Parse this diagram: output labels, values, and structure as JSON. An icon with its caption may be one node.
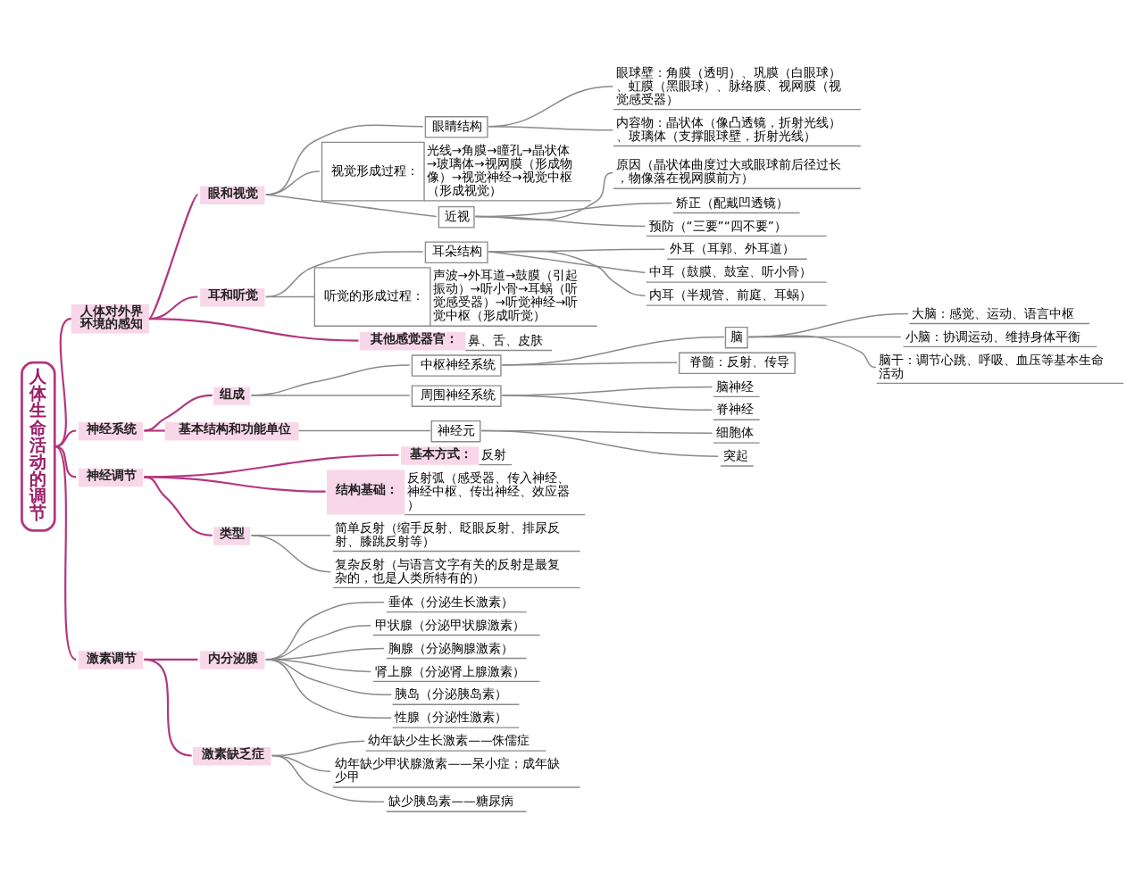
{
  "diagram": {
    "nodes": [
      {
        "text": [
          "人体生命活动的调节"
        ]
      },
      {
        "text": [
          "人体对外界环境的感知"
        ]
      },
      {
        "text": [
          "眼和视觉"
        ]
      },
      {
        "text": [
          "眼睛结构"
        ]
      },
      {
        "text": [
          "眼球壁：角膜（透明）、巩膜（白眼球）、虹膜（黑眼球）、脉络膜、视网膜（视觉感受器）"
        ]
      },
      {
        "text": [
          "内容物：晶状体（像凸透镜，折射光线）、玻璃体（支撑眼球壁，折射光线）"
        ]
      },
      {
        "text": [
          "视觉形成过程：",
          "光线→角膜→瞳孔→晶状体→玻璃体→视网膜（形成物像）→视觉神经→视觉中枢（形成视觉）"
        ]
      },
      {
        "text": [
          "近视"
        ]
      },
      {
        "text": [
          "原因（晶状体曲度过大或眼球前后径过长，物像落在视网膜前方）"
        ]
      },
      {
        "text": [
          "矫正（配戴凹透镜）"
        ]
      },
      {
        "text": [
          "预防（“三要”“四不要”）"
        ]
      },
      {
        "text": [
          "耳和听觉"
        ]
      },
      {
        "text": [
          "耳朵结构"
        ]
      },
      {
        "text": [
          "外耳（耳郭、外耳道）"
        ]
      },
      {
        "text": [
          "中耳（鼓膜、鼓室、听小骨）"
        ]
      },
      {
        "text": [
          "内耳（半规管、前庭、耳蜗）"
        ]
      },
      {
        "text": [
          "听觉的形成过程：",
          "声波→外耳道→鼓膜（引起振动）→听小骨→耳蜗（听觉感受器）→听觉神经→听觉中枢（形成听觉）"
        ]
      },
      {
        "text": [
          "其他感觉器官：",
          "鼻、舌、皮肤"
        ]
      },
      {
        "text": [
          "神经系统"
        ]
      },
      {
        "text": [
          "组成"
        ]
      },
      {
        "text": [
          "中枢神经系统"
        ]
      },
      {
        "text": [
          "脑"
        ]
      },
      {
        "text": [
          "大脑：感觉、运动、语言中枢"
        ]
      },
      {
        "text": [
          "小脑：协调运动、维持身体平衡"
        ]
      },
      {
        "text": [
          "脑干：调节心跳、呼吸、血压等基本生命活动"
        ]
      },
      {
        "text": [
          "脊髓：反射、传导"
        ]
      },
      {
        "text": [
          "周围神经系统"
        ]
      },
      {
        "text": [
          "脑神经"
        ]
      },
      {
        "text": [
          "脊神经"
        ]
      },
      {
        "text": [
          "基本结构和功能单位"
        ]
      },
      {
        "text": [
          "神经元"
        ]
      },
      {
        "text": [
          "细胞体"
        ]
      },
      {
        "text": [
          "突起"
        ]
      },
      {
        "text": [
          "神经调节"
        ]
      },
      {
        "text": [
          "基本方式：",
          "反射"
        ]
      },
      {
        "text": [
          "结构基础：",
          "反射弧（感受器、传入神经、神经中枢、传出神经、效应器）"
        ]
      },
      {
        "text": [
          "类型"
        ]
      },
      {
        "text": [
          "简单反射（缩手反射、眨眼反射、排尿反射、膝跳反射等）"
        ]
      },
      {
        "text": [
          "复杂反射（与语言文字有关的反射是最复杂的，也是人类所特有的）"
        ]
      },
      {
        "text": [
          "激素调节"
        ]
      },
      {
        "text": [
          "内分泌腺"
        ]
      },
      {
        "text": [
          "垂体（分泌生长激素）"
        ]
      },
      {
        "text": [
          "甲状腺（分泌甲状腺激素）"
        ]
      },
      {
        "text": [
          "胸腺（分泌胸腺激素）"
        ]
      },
      {
        "text": [
          "肾上腺（分泌肾上腺激素）"
        ]
      },
      {
        "text": [
          "胰岛（分泌胰岛素）"
        ]
      },
      {
        "text": [
          "性腺（分泌性激素）"
        ]
      },
      {
        "text": [
          "激素缺乏症"
        ]
      },
      {
        "text": [
          "幼年缺少生长激素——侏儒症"
        ]
      },
      {
        "text": [
          "幼年缺少甲状腺激素——呆小症；成年缺少甲"
        ]
      },
      {
        "text": [
          "缺少胰岛素——糖尿病"
        ]
      }
    ],
    "edges": [
      {
        "from": 0,
        "to": 1,
        "arrow": "none",
        "color": "#b4367f"
      },
      {
        "from": 1,
        "to": 2,
        "arrow": "none",
        "color": "#b4367f"
      },
      {
        "from": 2,
        "to": 3,
        "arrow": "none"
      },
      {
        "from": 3,
        "to": 4,
        "arrow": "none"
      },
      {
        "from": 3,
        "to": 5,
        "arrow": "none"
      },
      {
        "from": 2,
        "to": 6,
        "arrow": "none"
      },
      {
        "from": 2,
        "to": 7,
        "arrow": "none"
      },
      {
        "from": 7,
        "to": 8,
        "arrow": "none"
      },
      {
        "from": 7,
        "to": 9,
        "arrow": "none"
      },
      {
        "from": 7,
        "to": 10,
        "arrow": "none"
      },
      {
        "from": 1,
        "to": 11,
        "arrow": "none",
        "color": "#b4367f"
      },
      {
        "from": 11,
        "to": 12,
        "arrow": "none"
      },
      {
        "from": 12,
        "to": 13,
        "arrow": "none"
      },
      {
        "from": 12,
        "to": 14,
        "arrow": "none"
      },
      {
        "from": 12,
        "to": 15,
        "arrow": "none"
      },
      {
        "from": 11,
        "to": 16,
        "arrow": "none"
      },
      {
        "from": 1,
        "to": 17,
        "arrow": "none",
        "color": "#b4367f"
      },
      {
        "from": 0,
        "to": 18,
        "arrow": "none",
        "color": "#b4367f"
      },
      {
        "from": 18,
        "to": 19,
        "arrow": "none",
        "color": "#b4367f"
      },
      {
        "from": 19,
        "to": 20,
        "arrow": "none"
      },
      {
        "from": 20,
        "to": 21,
        "arrow": "none"
      },
      {
        "from": 21,
        "to": 22,
        "arrow": "none"
      },
      {
        "from": 21,
        "to": 23,
        "arrow": "none"
      },
      {
        "from": 21,
        "to": 24,
        "arrow": "none"
      },
      {
        "from": 20,
        "to": 25,
        "arrow": "none"
      },
      {
        "from": 19,
        "to": 26,
        "arrow": "none"
      },
      {
        "from": 26,
        "to": 27,
        "arrow": "none"
      },
      {
        "from": 26,
        "to": 28,
        "arrow": "none"
      },
      {
        "from": 18,
        "to": 29,
        "arrow": "none",
        "color": "#b4367f"
      },
      {
        "from": 29,
        "to": 30,
        "arrow": "none"
      },
      {
        "from": 30,
        "to": 31,
        "arrow": "none"
      },
      {
        "from": 30,
        "to": 32,
        "arrow": "none"
      },
      {
        "from": 0,
        "to": 33,
        "arrow": "none",
        "color": "#b4367f"
      },
      {
        "from": 33,
        "to": 34,
        "arrow": "none",
        "color": "#b4367f"
      },
      {
        "from": 33,
        "to": 35,
        "arrow": "none",
        "color": "#b4367f"
      },
      {
        "from": 33,
        "to": 36,
        "arrow": "none",
        "color": "#b4367f"
      },
      {
        "from": 36,
        "to": 37,
        "arrow": "none"
      },
      {
        "from": 36,
        "to": 38,
        "arrow": "none"
      },
      {
        "from": 0,
        "to": 39,
        "arrow": "none",
        "color": "#b4367f"
      },
      {
        "from": 39,
        "to": 40,
        "arrow": "none",
        "color": "#b4367f"
      },
      {
        "from": 40,
        "to": 41,
        "arrow": "none"
      },
      {
        "from": 40,
        "to": 42,
        "arrow": "none"
      },
      {
        "from": 40,
        "to": 43,
        "arrow": "none"
      },
      {
        "from": 40,
        "to": 44,
        "arrow": "none"
      },
      {
        "from": 40,
        "to": 45,
        "arrow": "none"
      },
      {
        "from": 40,
        "to": 46,
        "arrow": "none"
      },
      {
        "from": 39,
        "to": 47,
        "arrow": "none",
        "color": "#b4367f"
      },
      {
        "from": 47,
        "to": 48,
        "arrow": "none"
      },
      {
        "from": 47,
        "to": 49,
        "arrow": "none"
      },
      {
        "from": 47,
        "to": 50,
        "arrow": "none"
      }
    ]
  }
}
